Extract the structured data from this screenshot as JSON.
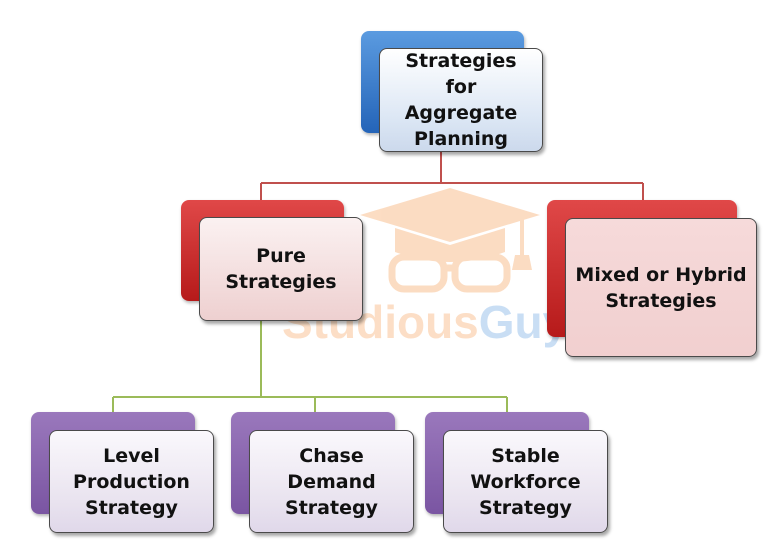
{
  "diagram": {
    "root": {
      "label": "Strategies for Aggregate Planning"
    },
    "pure": {
      "label": "Pure Strategies"
    },
    "mixed": {
      "label": "Mixed or Hybrid Strategies"
    },
    "level": {
      "label": "Level Production Strategy"
    },
    "chase": {
      "label": "Chase Demand Strategy"
    },
    "stable": {
      "label": "Stable Workforce Strategy"
    }
  },
  "watermark": {
    "brand_left": "Studious",
    "brand_right": "Guy"
  },
  "colors": {
    "blue": "#2f6fc8",
    "red": "#c82828",
    "purple": "#8563a9",
    "connector_red": "#c0504d",
    "connector_green": "#9bbb59",
    "watermark_orange": "#f8b37a",
    "watermark_blue": "#7fb2e5"
  }
}
